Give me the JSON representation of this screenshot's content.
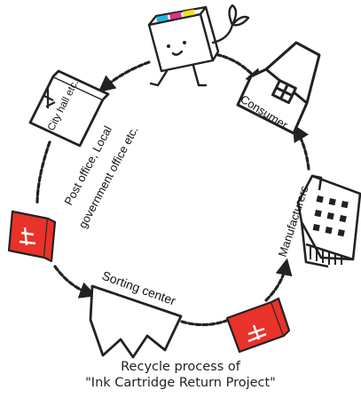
{
  "labels": {
    "consumer": "Consumer",
    "manufacturers": "Manufacturers",
    "sorting_center": "Sorting center",
    "post_office_line1": "Post office, Local",
    "post_office_line2": "government office etc.",
    "city_hall": "City hall etc."
  },
  "caption": {
    "line1": "Recycle process of",
    "line2": "\"Ink Cartridge Return Project\""
  },
  "icons": {
    "mascot": "ink-cartridge-mascot-icon",
    "house": "house-icon",
    "factory": "factory-icon",
    "sorting": "sorting-center-building-icon",
    "post_box": "post-box-icon",
    "city_hall": "city-hall-building-icon"
  },
  "colors": {
    "postbox_red": "#e8322a",
    "line": "#222222",
    "cyan": "#21b7e6",
    "magenta": "#e6308a",
    "yellow": "#f3e21a"
  }
}
